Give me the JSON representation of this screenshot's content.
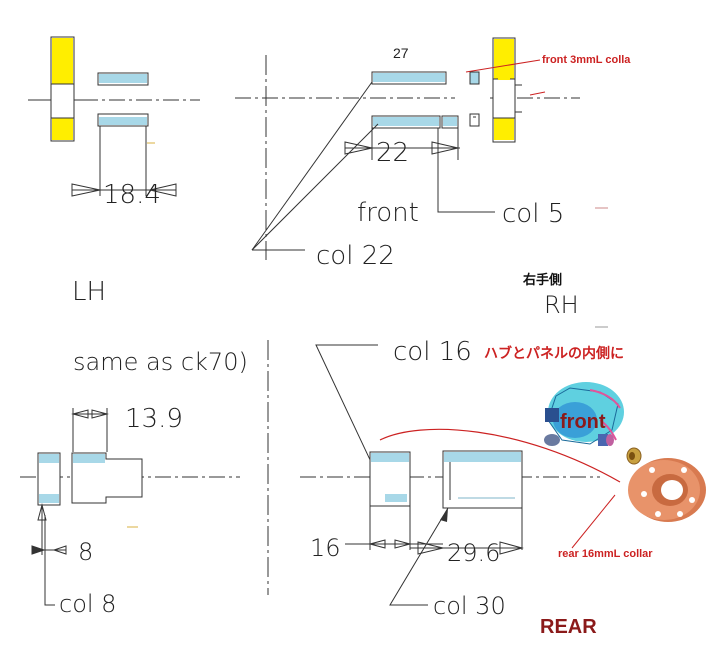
{
  "labels": {
    "top_27": "27",
    "front_collar_note": "front 3mmL colla",
    "dim_18_4": "18.4",
    "dim_22": "22",
    "front": "front",
    "col5": "col 5",
    "col22": "col 22",
    "lh": "LH",
    "migite": "右手側",
    "rh": "RH",
    "same_as": "same as ck70)",
    "col16": "col 16",
    "hub_note": "ハブとパネルの内側に",
    "front_3d": "front",
    "dim_13_9": "13.9",
    "dim_8": "8",
    "col8": "col 8",
    "dim_16": "16",
    "dim_29_6": "29.6",
    "col30": "col 30",
    "rear_collar_note": "rear 16mmL collar",
    "rear": "REAR"
  },
  "colors": {
    "part_yellow": "#ffee00",
    "spacer_blue": "#a8d8e8",
    "note_red": "#cc2222",
    "rear_maroon": "#8b1a1a",
    "collar_orange": "#e8936a"
  }
}
